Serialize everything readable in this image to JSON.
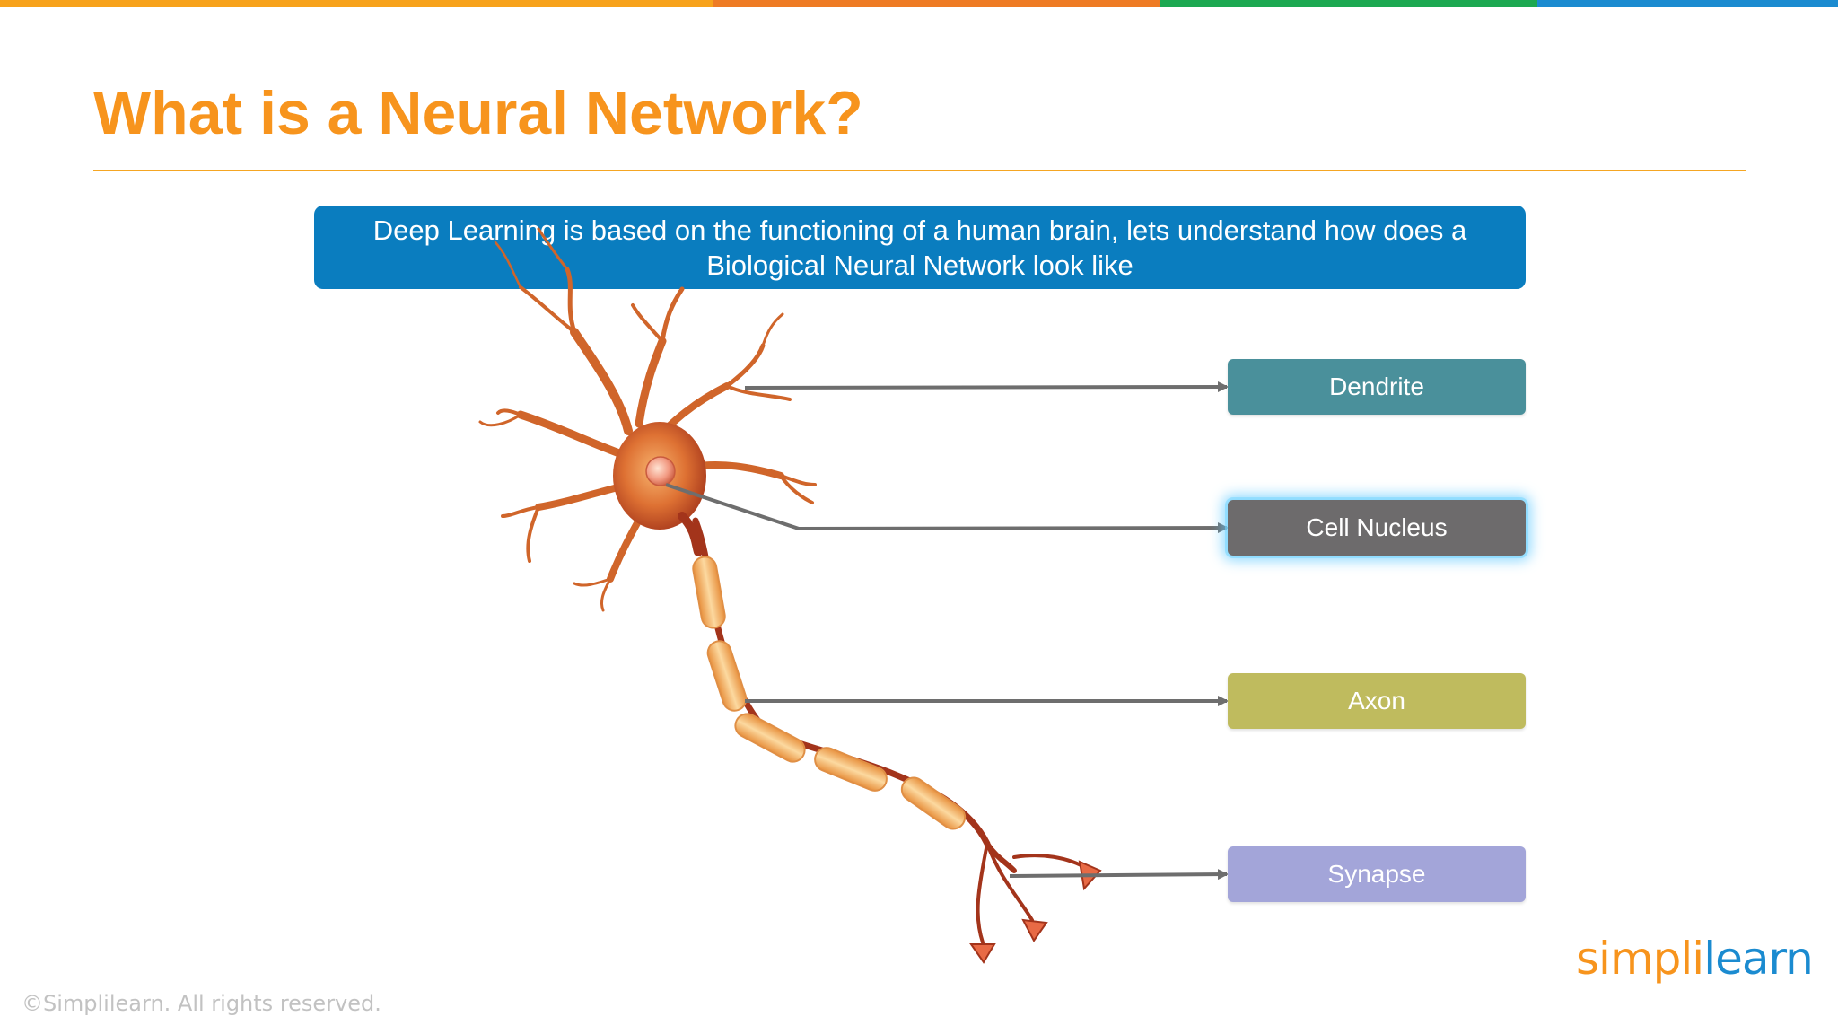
{
  "slide": {
    "title": "What is a Neural Network?",
    "intro": {
      "line1": "Deep Learning is based on the functioning of a human brain, lets understand how does a",
      "line2": "Biological Neural Network look like"
    },
    "labels": {
      "dendrite": "Dendrite",
      "cell_nucleus": "Cell Nucleus",
      "axon": "Axon",
      "synapse": "Synapse"
    },
    "footer": {
      "copyright": "©Simplilearn. All rights reserved.",
      "logo_part1": "simpl",
      "logo_part2": "i",
      "logo_part3": "learn"
    }
  },
  "colors": {
    "title": "#F7941D",
    "rule": "#F5A623",
    "intro_box": "#0A7DBF",
    "dendrite": "#4A909B",
    "cell_nucleus": "#6D6B6C",
    "axon": "#BFBB5E",
    "synapse": "#A3A5D9",
    "arrow": "#6E6E6E",
    "neuron_body": "#D96B2A",
    "neuron_dark": "#A3341B",
    "myelin": "#F2B46A",
    "logo_orange": "#F7941D",
    "logo_blue": "#1B8BD0",
    "top_bar": [
      "#F7A21B",
      "#EE7B24",
      "#1DA851",
      "#1B8BD0"
    ]
  }
}
